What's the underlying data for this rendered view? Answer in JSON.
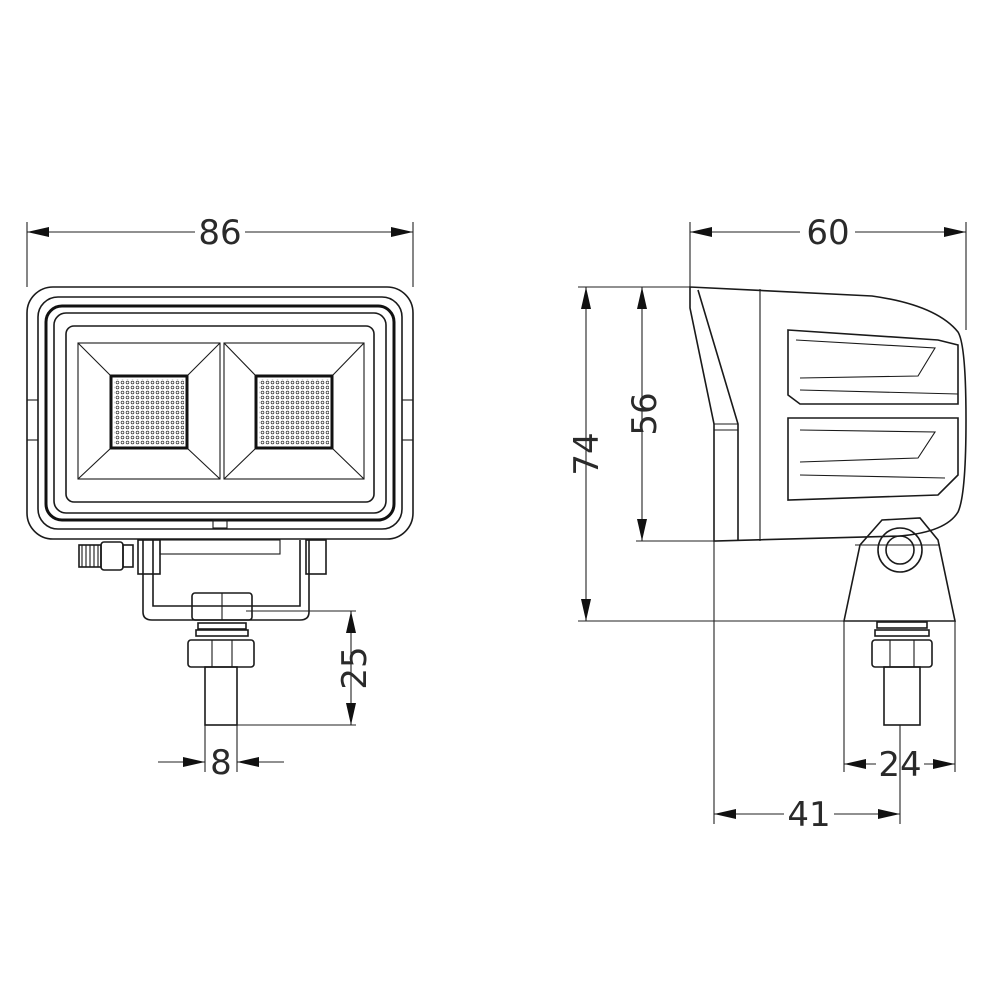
{
  "front_view": {
    "width_dim": "86",
    "bolt_length_dim": "25",
    "bolt_diameter_dim": "8"
  },
  "side_view": {
    "depth_dim": "60",
    "total_height_dim": "74",
    "body_height_dim": "56",
    "bracket_width_dim": "24",
    "mount_offset_dim": "41"
  },
  "colors": {
    "line": "#1a1a1a",
    "background": "#ffffff"
  }
}
